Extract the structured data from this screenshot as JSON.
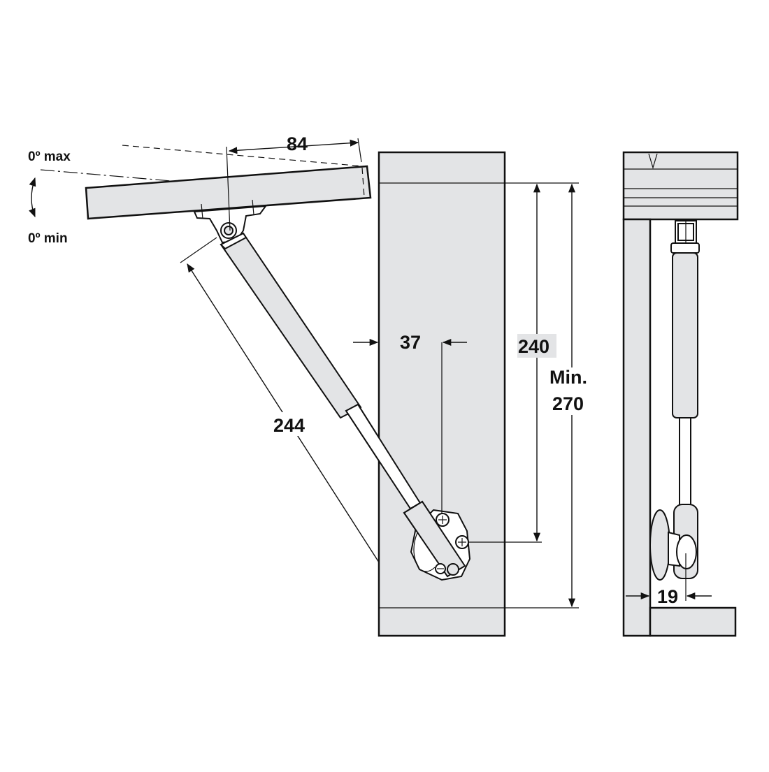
{
  "diagram": {
    "labels": {
      "angle_max": "0º max",
      "angle_min": "0º min",
      "offset_top": "84",
      "stay_length": "244",
      "edge_offset": "37",
      "mount_height": "240",
      "min_label": "Min.",
      "min_height": "270",
      "side_offset": "19"
    },
    "colors": {
      "panel_fill": "#e3e4e6",
      "line": "#111111",
      "background": "#ffffff"
    }
  }
}
